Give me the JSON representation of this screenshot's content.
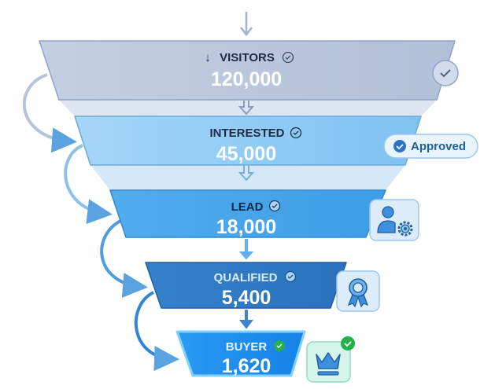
{
  "title_arrow": "↓",
  "stages": [
    {
      "label": "VISITORS",
      "value": "120,000"
    },
    {
      "label": "INTERESTED",
      "value": "45,000"
    },
    {
      "label": "LEAD",
      "value": "18,000"
    },
    {
      "label": "QUALIFIED",
      "value": "5,400"
    },
    {
      "label": "BUYER",
      "value": "1,620"
    }
  ],
  "badges": {
    "approved": "Approved"
  },
  "colors": {
    "visitors": "#b7c4dc",
    "interested": "#8ecbf5",
    "lead": "#47a6ea",
    "qualified": "#2d79c3",
    "buyer": "#1f8ff0",
    "check_green": "#22b14c"
  }
}
